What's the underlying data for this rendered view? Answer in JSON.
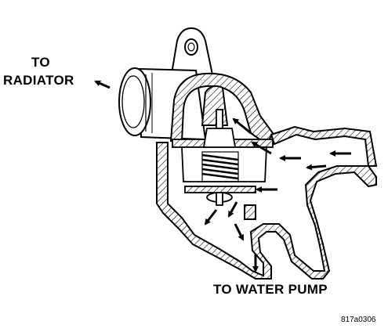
{
  "labels": {
    "to_radiator_line1": "TO",
    "to_radiator_line2": "RADIATOR",
    "to_water_pump": "TO WATER PUMP",
    "figure_code": "817a0306"
  },
  "colors": {
    "line": "#000000",
    "background": "#ffffff",
    "hatch": "#000000"
  },
  "icons": {
    "flow_arrow": "arrow-icon"
  }
}
